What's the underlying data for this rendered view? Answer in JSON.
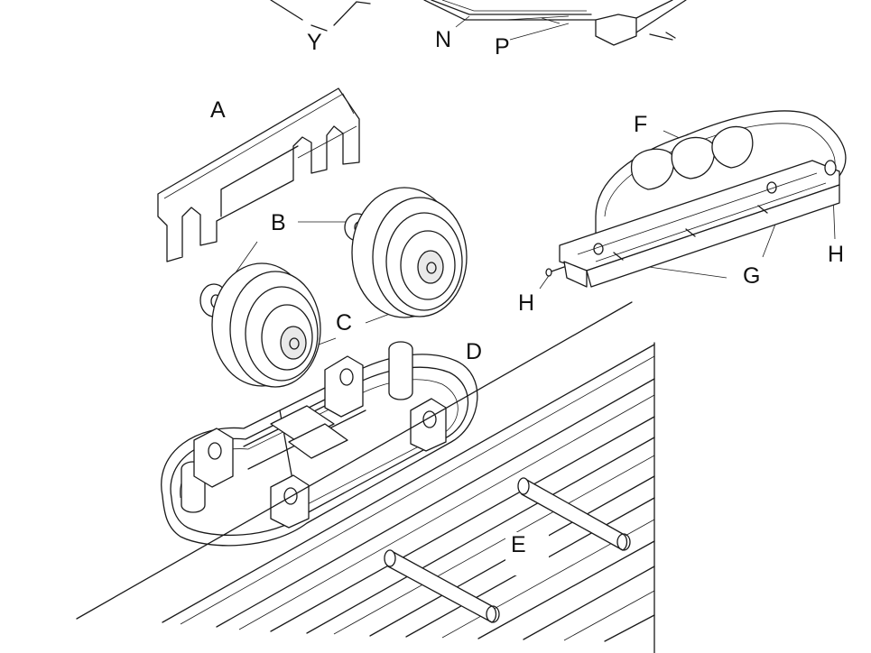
{
  "labels": {
    "y": "Y",
    "n": "N",
    "p": "P",
    "a": "A",
    "b": "B",
    "c": "C",
    "d": "D",
    "e": "E",
    "f": "F",
    "g": "G",
    "h_left": "H",
    "h_right": "H"
  },
  "colors": {
    "line": "#1a1a1a",
    "background": "#ffffff",
    "shade": "#e9e9e9"
  }
}
